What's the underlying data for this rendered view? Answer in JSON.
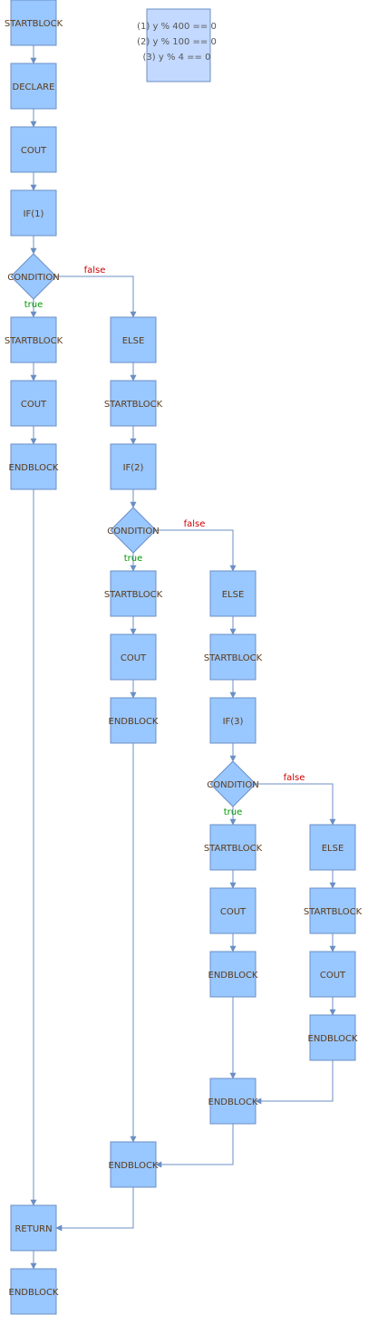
{
  "colors": {
    "node_fill": "#99c7ff",
    "node_stroke": "#6b8fc4",
    "note_fill": "#c3d9ff",
    "edge": "#6b8fc4",
    "true_label": "#009900",
    "false_label": "#cc0000"
  },
  "conditions_note": {
    "lines": [
      "(1) y % 400 == 0",
      "(2) y % 100 == 0",
      "(3) y % 4 == 0"
    ]
  },
  "nodes": {
    "n1": "STARTBLOCK",
    "n2": "DECLARE",
    "n3": "COUT",
    "n4": "IF(1)",
    "d1": "CONDITION",
    "n5": "STARTBLOCK",
    "n6": "COUT",
    "n7": "ENDBLOCK",
    "n8": "ELSE",
    "n9": "STARTBLOCK",
    "n10": "IF(2)",
    "d2": "CONDITION",
    "n11": "STARTBLOCK",
    "n12": "COUT",
    "n13": "ENDBLOCK",
    "n14": "ELSE",
    "n15": "STARTBLOCK",
    "n16": "IF(3)",
    "d3": "CONDITION",
    "n17": "STARTBLOCK",
    "n18": "COUT",
    "n19": "ENDBLOCK",
    "n20": "ELSE",
    "n21": "STARTBLOCK",
    "n22": "COUT",
    "n23": "ENDBLOCK",
    "n24": "ENDBLOCK",
    "n25": "ENDBLOCK",
    "n26": "RETURN",
    "n27": "ENDBLOCK"
  },
  "edge_labels": {
    "true": "true",
    "false": "false"
  }
}
